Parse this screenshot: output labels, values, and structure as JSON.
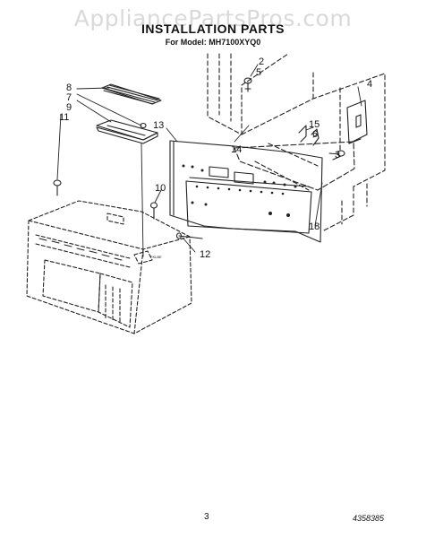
{
  "watermark": "AppliancePartsPros.com",
  "title": "INSTALLATION PARTS",
  "subtitle": "For Model: MH7100XYQ0",
  "callouts": {
    "c2": "2",
    "c3": "3",
    "c4": "4",
    "c5": "5",
    "c6": "6",
    "c7": "7",
    "c8": "8",
    "c9": "9",
    "c10": "10",
    "c11": "11",
    "c12": "12",
    "c13": "13",
    "c14": "14",
    "c15": "15",
    "c18": "18"
  },
  "unit_label": "FKLBE",
  "page_number": "3",
  "document_number": "4358385"
}
